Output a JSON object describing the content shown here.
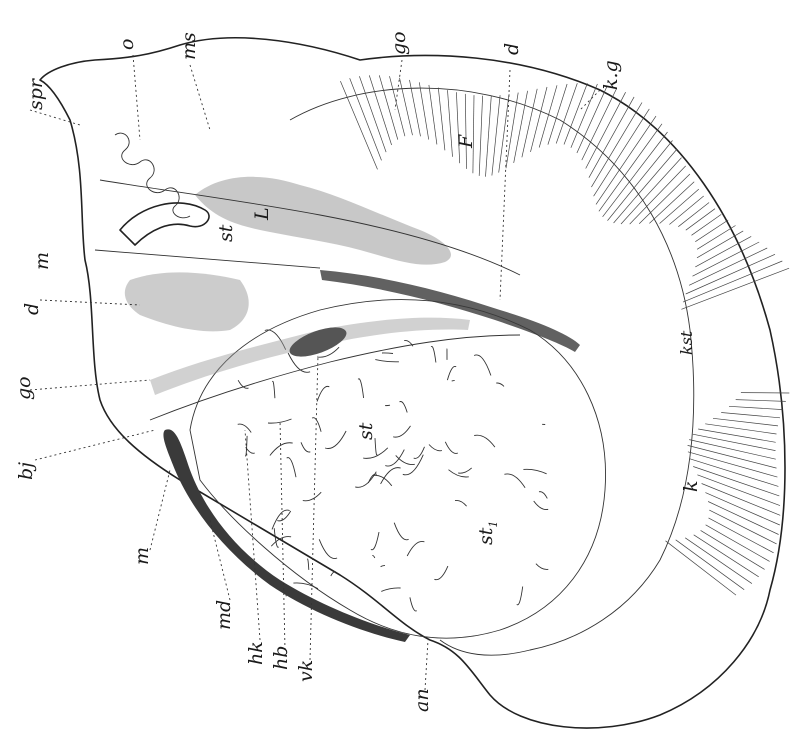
{
  "figure": {
    "labels": {
      "o": "o",
      "ms": "ms",
      "go_top": "go",
      "d_top": "d",
      "kg": "k.g",
      "spr": "spr",
      "m_left": "m",
      "d_left": "d",
      "go_left": "go",
      "bj": "bj",
      "m_bottom": "m",
      "md": "md",
      "hk": "hk",
      "hb": "hb",
      "vk": "vk",
      "an": "an",
      "st_upper": "st",
      "st_mid": "st",
      "st1": "st",
      "st1_sub": "1",
      "L": "L",
      "F": "F",
      "kst": "kst",
      "k": "k"
    },
    "colors": {
      "ink": "#1a1a1a",
      "stipple": "#9a9a9a",
      "dark_tissue": "#3a3a3a",
      "paper": "#ffffff"
    }
  }
}
